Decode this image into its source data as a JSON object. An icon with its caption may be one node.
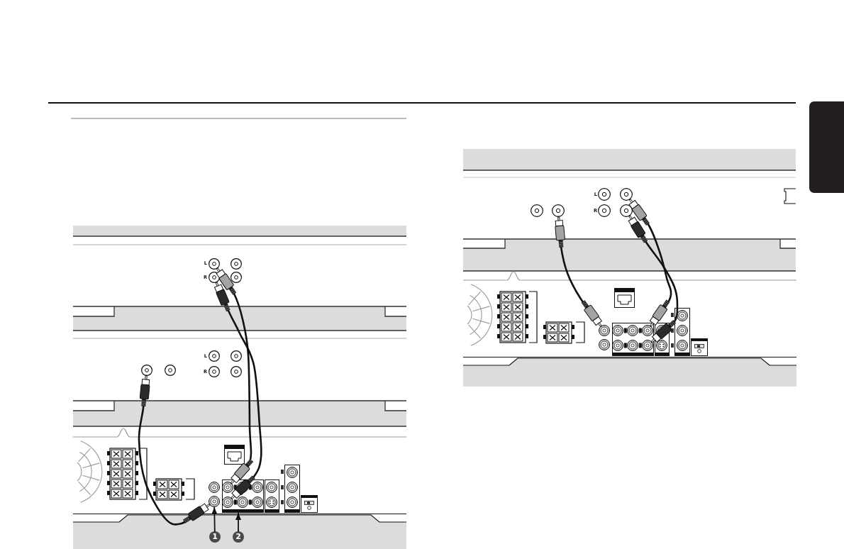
{
  "diagram": {
    "nodes": [
      {
        "text": [],
        "shape": "circle"
      },
      {
        "text": [],
        "shape": "circle"
      },
      {
        "text": [],
        "shape": "circle"
      },
      {
        "text": [],
        "shape": "circle"
      },
      {
        "text": [],
        "shape": "box"
      },
      {
        "text": [],
        "shape": "circle",
        "in": 4
      },
      {
        "text": [],
        "shape": "circle",
        "in": 4
      },
      {
        "text": [
          "1"
        ]
      },
      {
        "text": [
          "2"
        ]
      },
      {
        "text": [],
        "shape": "circle"
      },
      {
        "text": [],
        "shape": "circle"
      },
      {
        "text": [],
        "shape": "circle"
      },
      {
        "text": [],
        "shape": "circle"
      },
      {
        "text": [],
        "shape": "box"
      },
      {
        "text": [],
        "shape": "circle",
        "in": 13
      },
      {
        "text": [],
        "shape": "circle",
        "in": 13
      },
      {
        "text": [],
        "shape": "box"
      }
    ],
    "edges": [
      {
        "from": 0,
        "to": 5,
        "arrow": "other"
      },
      {
        "from": 1,
        "to": 6,
        "arrow": "other"
      },
      {
        "from": 2,
        "to": 3,
        "arrow": "other"
      },
      {
        "from": 7,
        "to": 3,
        "arrow": "to"
      },
      {
        "from": 8,
        "to": 4,
        "arrow": "to"
      },
      {
        "from": 9,
        "to": 12,
        "arrow": "other"
      },
      {
        "from": 10,
        "to": 14,
        "arrow": "other"
      },
      {
        "from": 11,
        "to": 15,
        "arrow": "other"
      }
    ],
    "labels": [
      "L",
      "R",
      "L",
      "R",
      "L",
      "R"
    ]
  }
}
